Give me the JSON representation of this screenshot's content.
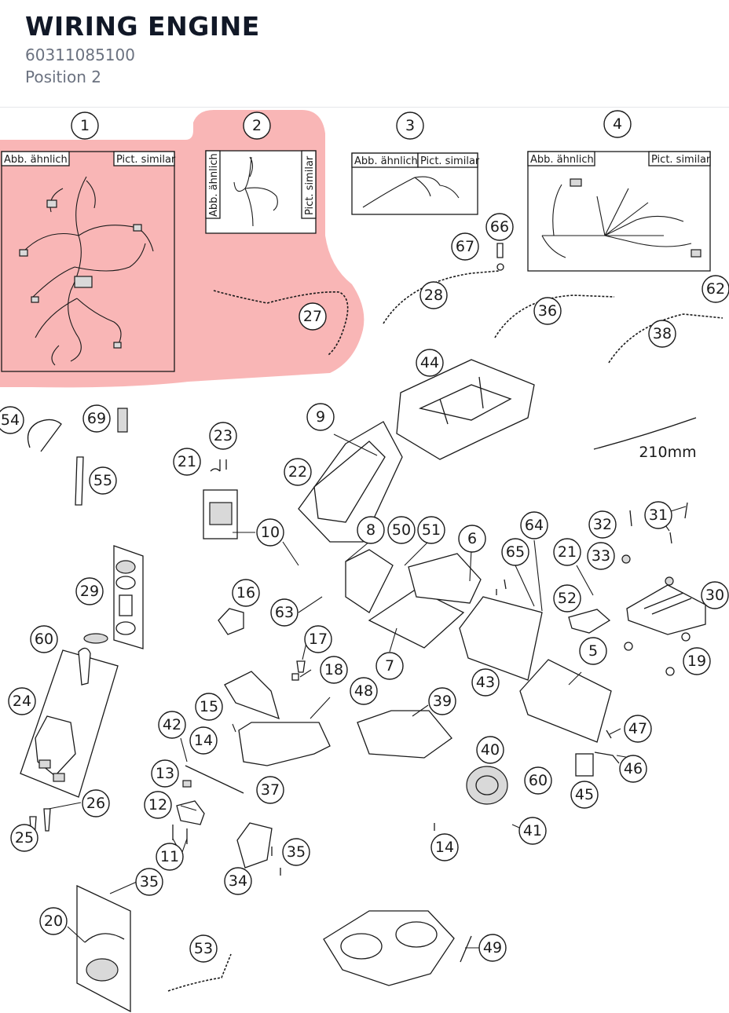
{
  "header": {
    "title": "WIRING ENGINE",
    "part_number": "60311085100",
    "position": "Position 2"
  },
  "colors": {
    "highlight": "#f7a1a1",
    "title": "#111827",
    "subtext": "#6b7280",
    "line": "#1a1a1a"
  },
  "diagram": {
    "selected_position": "2",
    "box_labels": {
      "de": "Abb. ähnlich",
      "en": "Pict. similar"
    },
    "dimension_label": "210mm",
    "callouts": [
      "1",
      "2",
      "3",
      "4",
      "27",
      "28",
      "36",
      "38",
      "62",
      "66",
      "67",
      "44",
      "54",
      "69",
      "55",
      "9",
      "22",
      "23",
      "21",
      "10",
      "8",
      "50",
      "51",
      "6",
      "64",
      "65",
      "32",
      "31",
      "33",
      "30",
      "21",
      "29",
      "16",
      "63",
      "52",
      "19",
      "60",
      "17",
      "18",
      "7",
      "43",
      "5",
      "24",
      "15",
      "48",
      "39",
      "42",
      "14",
      "40",
      "47",
      "46",
      "13",
      "37",
      "60",
      "45",
      "12",
      "26",
      "41",
      "14",
      "25",
      "11",
      "35",
      "34",
      "35",
      "20",
      "53",
      "49"
    ]
  }
}
